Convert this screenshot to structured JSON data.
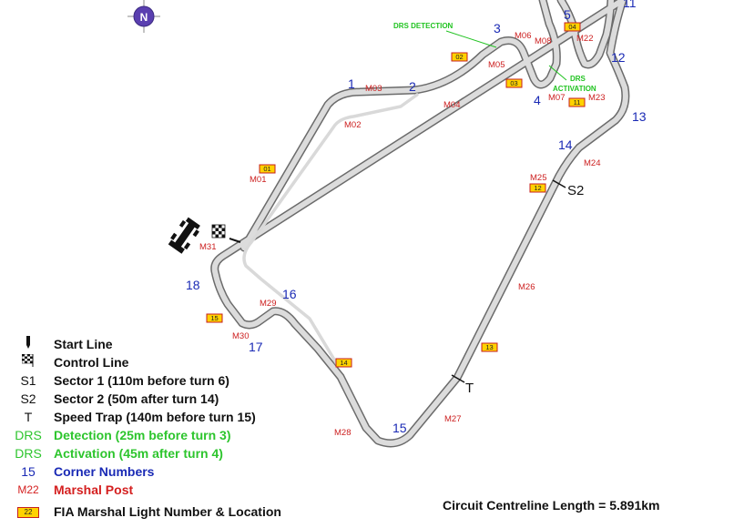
{
  "north_label": "N",
  "drs": {
    "detection_label": "DRS DETECTION",
    "activation_label_1": "DRS",
    "activation_label_2": "ACTIVATION"
  },
  "corners": [
    "1",
    "2",
    "3",
    "4",
    "5",
    "11",
    "12",
    "13",
    "14",
    "15",
    "16",
    "17",
    "18"
  ],
  "marshal_posts": [
    "M01",
    "M02",
    "M03",
    "M04",
    "M05",
    "M06",
    "M07",
    "M08",
    "M22",
    "M23",
    "M24",
    "M25",
    "M26",
    "M27",
    "M28",
    "M29",
    "M30",
    "M31"
  ],
  "marshal_lights": [
    "01",
    "02",
    "03",
    "04",
    "11",
    "12",
    "13",
    "14",
    "15"
  ],
  "sector_markers": {
    "s2": "S2",
    "speed_trap": "T"
  },
  "legend": [
    {
      "symbol": "",
      "symbol_type": "start-line-icon",
      "label": "Start Line",
      "color": "#111111"
    },
    {
      "symbol": "",
      "symbol_type": "control-line-icon",
      "label": "Control Line",
      "color": "#111111"
    },
    {
      "symbol": "S1",
      "symbol_type": "text",
      "label": "Sector 1  (110m before turn 6)",
      "color": "#111111"
    },
    {
      "symbol": "S2",
      "symbol_type": "text",
      "label": "Sector 2  (50m after turn 14)",
      "color": "#111111"
    },
    {
      "symbol": "T",
      "symbol_type": "text",
      "label": "Speed Trap (140m before turn 15)",
      "color": "#111111"
    },
    {
      "symbol": "DRS",
      "symbol_type": "text",
      "label": "Detection  (25m before turn 3)",
      "color": "#2dc52d"
    },
    {
      "symbol": "DRS",
      "symbol_type": "text",
      "label": "Activation  (45m after turn 4)",
      "color": "#2dc52d"
    },
    {
      "symbol": "15",
      "symbol_type": "text",
      "label": "Corner Numbers",
      "color": "#1a2ab5"
    },
    {
      "symbol": "M22",
      "symbol_type": "text",
      "label": "Marshal Post",
      "color": "#d41f1f"
    },
    {
      "symbol": "22",
      "symbol_type": "box",
      "label": "FIA Marshal Light Number & Location",
      "color": "#111111"
    }
  ],
  "circuit_length": "Circuit Centreline Length =  5.891km",
  "colors": {
    "corner": "#1a2ab5",
    "marshal": "#cc1f1f",
    "drs": "#22c322",
    "light_fill": "#ffd200"
  }
}
